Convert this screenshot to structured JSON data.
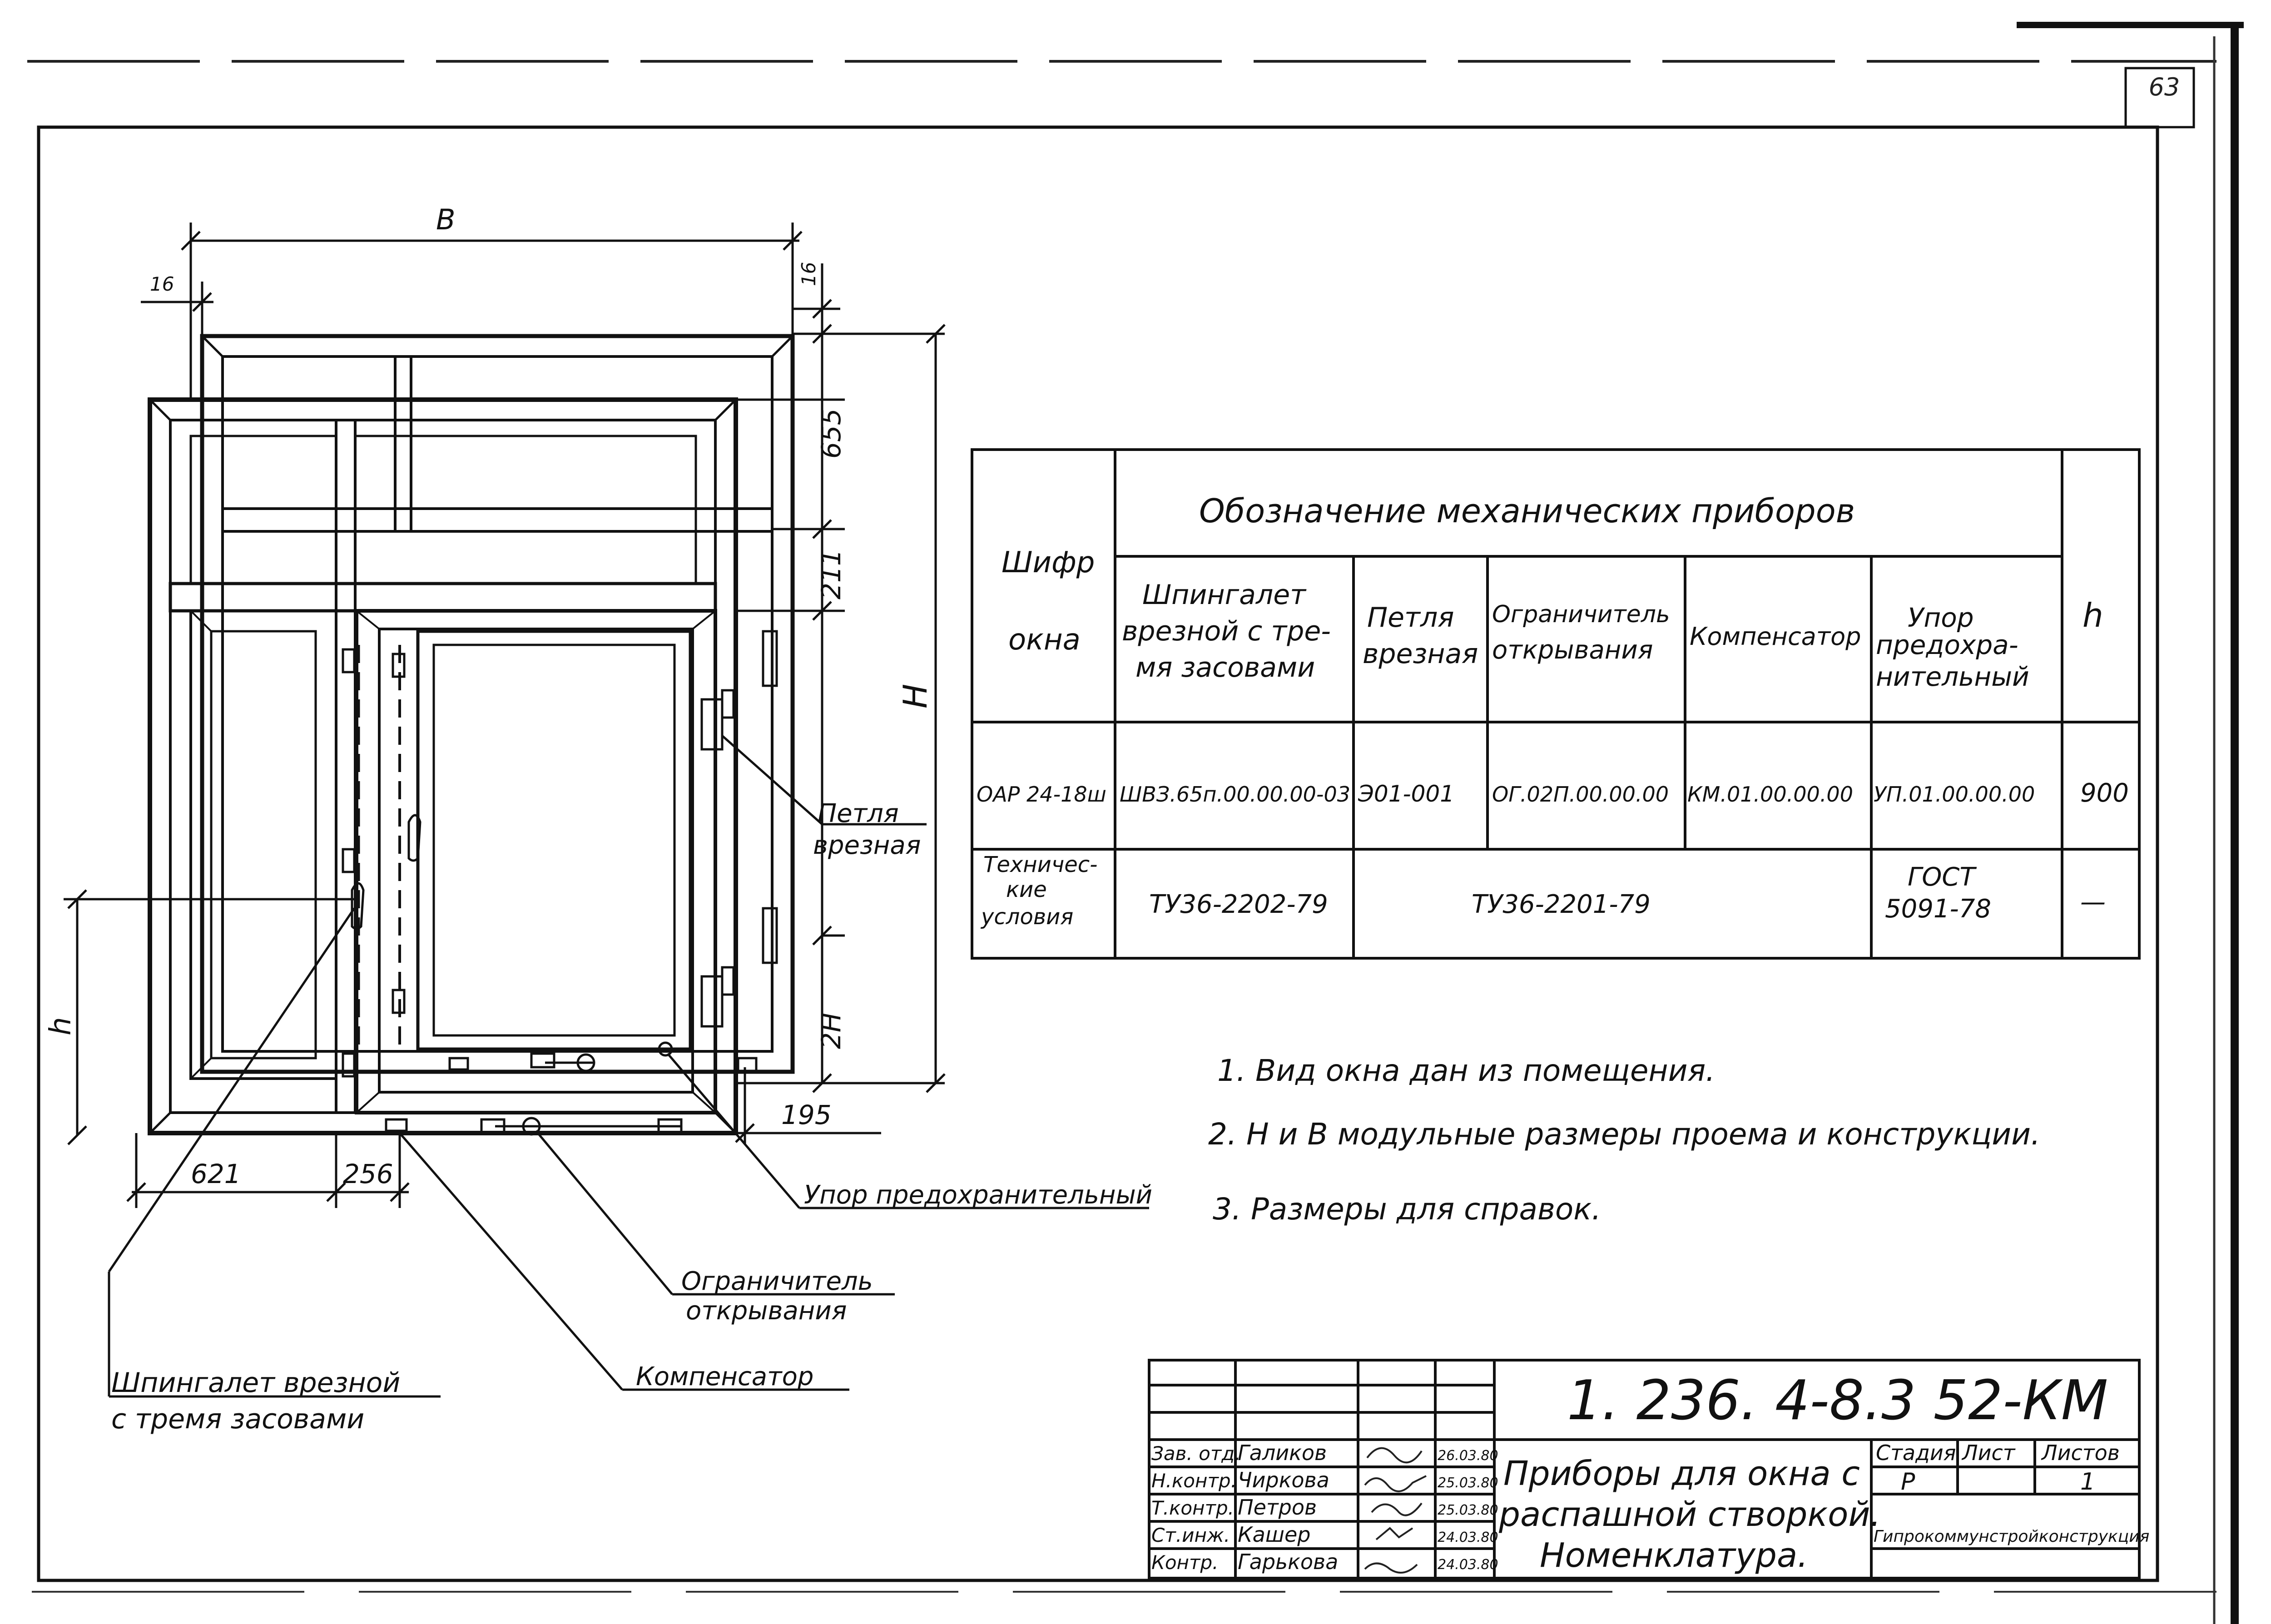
{
  "page_number": "63",
  "drawing": {
    "dim_B": "B",
    "dim_16_left": "16",
    "dim_16_right": "16",
    "dim_655": "655",
    "dim_211": "211",
    "dim_H": "H",
    "dim_2H": "2H",
    "dim_h": "h",
    "dim_195": "195",
    "dim_621": "621",
    "dim_256": "256",
    "label_hinge": [
      "Петля",
      "врезная"
    ],
    "label_stop": "Упор предохранительный",
    "label_limiter": [
      "Ограничитель",
      "открывания"
    ],
    "label_compensator": "Компенсатор",
    "label_latch": [
      "Шпингалет врезной",
      "с тремя засовами"
    ]
  },
  "table": {
    "group_header": "Обозначение механических приборов",
    "col_code": [
      "Шифр",
      "окна"
    ],
    "col_h": "h",
    "columns": [
      [
        "Шпингалет",
        "врезной с тре-",
        "мя засовами"
      ],
      [
        "Петля",
        "врезная"
      ],
      [
        "Ограничитель",
        "открывания"
      ],
      [
        "Компенсатор"
      ],
      [
        "Упор",
        "предохра-",
        "нительный"
      ]
    ],
    "row1": {
      "code": "ОАР 24-18ш",
      "cells": [
        "ШВЗ.65п.00.00.00-03",
        "Э01-001",
        "ОГ.02П.00.00.00",
        "КМ.01.00.00.00",
        "УП.01.00.00.00"
      ],
      "h": "900"
    },
    "row2": {
      "code": [
        "Техничес-",
        "кие",
        "условия"
      ],
      "tu1": "ТУ36-2202-79",
      "tu2": "ТУ36-2201-79",
      "gost": [
        "ГОСТ",
        "5091-78"
      ],
      "h": "—"
    }
  },
  "notes": [
    "1. Вид окна дан из помещения.",
    "2. Н и В модульные размеры проема и конструкции.",
    "3. Размеры для справок."
  ],
  "title_block": {
    "designation": "1. 236. 4-8.3    52-КМ",
    "title": [
      "Приборы для окна с",
      "распашной створкой.",
      "Номенклатура."
    ],
    "stage_label": "Стадия",
    "sheet_label": "Лист",
    "sheets_label": "Листов",
    "stage": "Р",
    "sheets": "1",
    "organization": "Гипрокоммунстройконструкция",
    "staff": [
      {
        "role": "Зав. отд.",
        "name": "Галиков",
        "date": "26.03.80"
      },
      {
        "role": "Н.контр.",
        "name": "Чиркова",
        "date": "25.03.80"
      },
      {
        "role": "Т.контр.",
        "name": "Петров",
        "date": "25.03.80"
      },
      {
        "role": "Ст.инж.",
        "name": "Кашер",
        "date": "24.03.80"
      },
      {
        "role": "Контр.",
        "name": "Гарькова",
        "date": "24.03.80"
      }
    ]
  }
}
